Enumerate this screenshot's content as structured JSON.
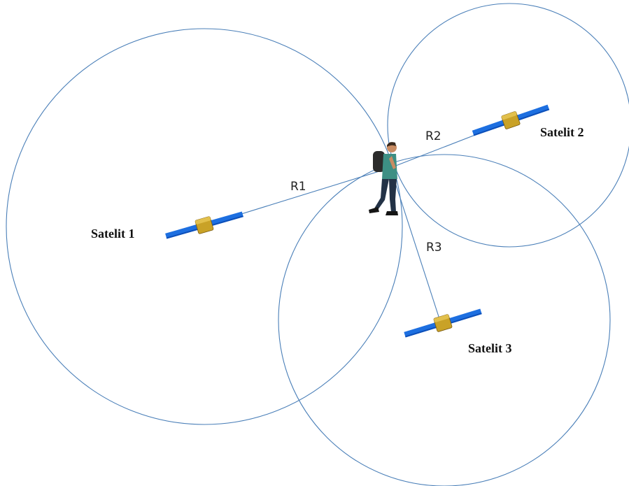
{
  "colors": {
    "circle": "#4a7fb8",
    "panel": "#1d6fe0",
    "satellite_body": "#c9a227"
  },
  "satellites": [
    {
      "label": "Satelit 1",
      "icon": "satellite-icon"
    },
    {
      "label": "Satelit 2",
      "icon": "satellite-icon"
    },
    {
      "label": "Satelit 3",
      "icon": "satellite-icon"
    }
  ],
  "ranges": [
    {
      "label": "R1"
    },
    {
      "label": "R2"
    },
    {
      "label": "R3"
    }
  ],
  "receiver": {
    "icon": "person-hiker-icon"
  }
}
